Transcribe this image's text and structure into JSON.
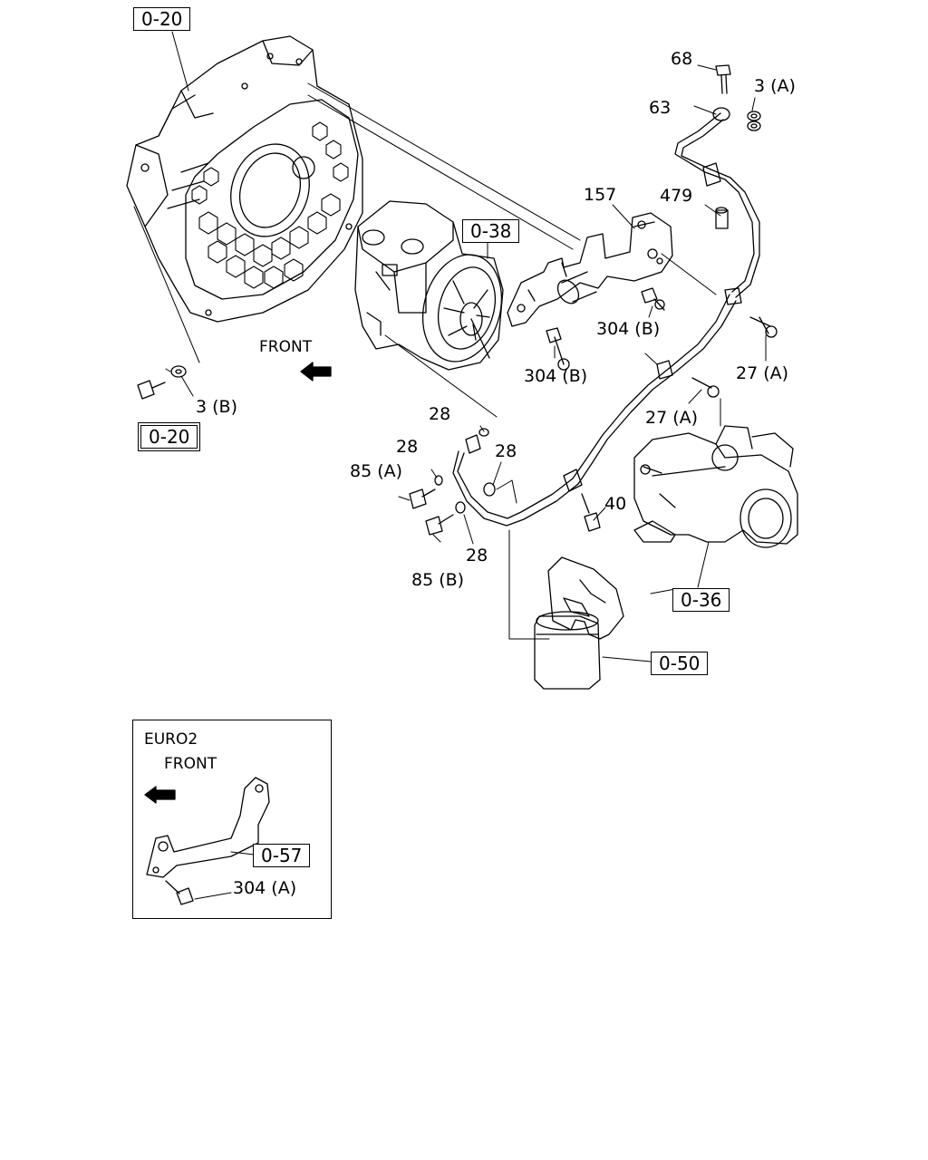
{
  "ref_boxes": {
    "flywheel_housing_top": "0-20",
    "flywheel_housing_bottom": "0-20",
    "compressor": "0-38",
    "turbocharger": "0-36",
    "oil_filter": "0-50",
    "bracket_inset": "0-57"
  },
  "part_labels": {
    "p68": "68",
    "p63": "63",
    "p3a": "3 (A)",
    "p157": "157",
    "p479": "479",
    "p304b_upper": "304 (B)",
    "p304b_lower": "304 (B)",
    "p27a_right": "27 (A)",
    "p27a_mid": "27 (A)",
    "p3b": "3 (B)",
    "p28_top": "28",
    "p28_left": "28",
    "p28_right": "28",
    "p28_bottom": "28",
    "p85a": "85 (A)",
    "p85b": "85 (B)",
    "p40": "40"
  },
  "front_label": "FRONT",
  "inset": {
    "title": "EURO2",
    "front_label": "FRONT",
    "part_304a": "304 (A)"
  }
}
